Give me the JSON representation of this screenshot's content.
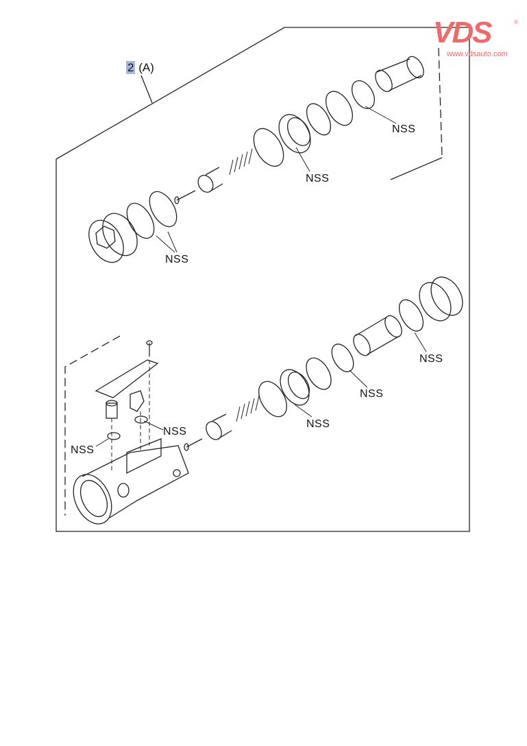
{
  "logo": {
    "brand": "VDS",
    "url": "www.vdsauto.com",
    "registered": "®",
    "color": "#f06a6a"
  },
  "diagram": {
    "reference": {
      "number": "2",
      "suffix": "(A)",
      "highlight_color": "#a9b6dc"
    },
    "callouts": [
      "NSS",
      "NSS",
      "NSS",
      "NSS",
      "NSS",
      "NSS",
      "NSS",
      "NSS"
    ]
  }
}
